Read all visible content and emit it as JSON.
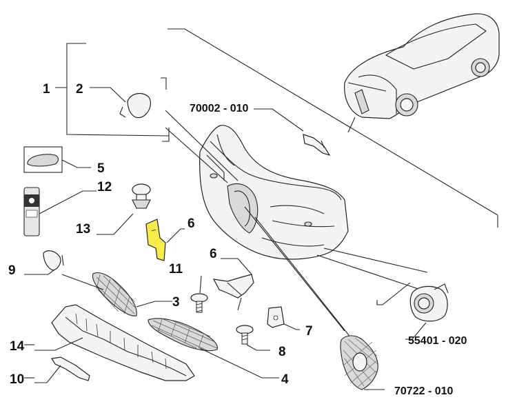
{
  "callouts": {
    "c1": "1",
    "c2": "2",
    "c3": "3",
    "c4": "4",
    "c5": "5",
    "c6a": "6",
    "c6b": "6",
    "c7": "7",
    "c8": "8",
    "c9": "9",
    "c10": "10",
    "c11": "11",
    "c12": "12",
    "c13": "13",
    "c14": "14",
    "ref1": "70002 - 010",
    "ref2": "55401 - 020",
    "ref3": "70722 - 010"
  },
  "highlight_color": "#f7ec4a"
}
